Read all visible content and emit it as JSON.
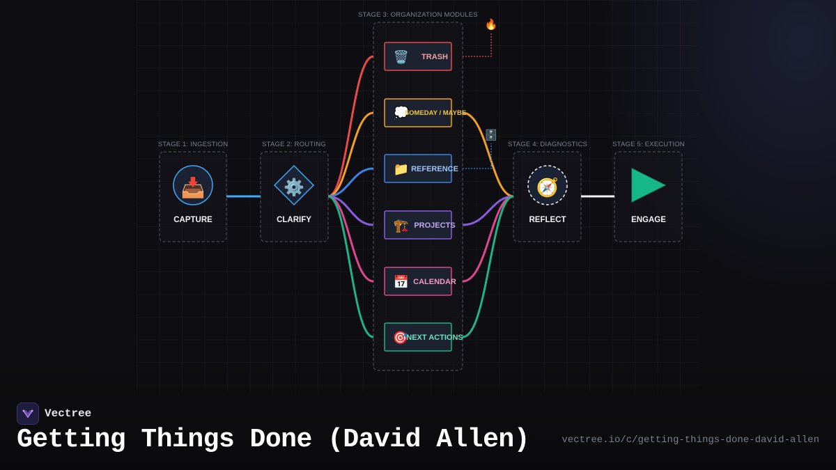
{
  "stages": {
    "s1": "STAGE 1: INGESTION",
    "s2": "STAGE 2: ROUTING",
    "s3": "STAGE 3: ORGANIZATION MODULES",
    "s4": "STAGE 4: DIAGNOSTICS",
    "s5": "STAGE 5: EXECUTION"
  },
  "nodes": {
    "capture": "CAPTURE",
    "clarify": "CLARIFY",
    "reflect": "REFLECT",
    "engage": "ENGAGE"
  },
  "modules": [
    {
      "label": "TRASH",
      "emoji": "🗑️",
      "color": "#e84a4a",
      "text_color": "#f0a0a0"
    },
    {
      "label": "SOMEDAY / MAYBE",
      "emoji": "💭",
      "color": "#f2a124",
      "text_color": "#f5c542"
    },
    {
      "label": "REFERENCE",
      "emoji": "📁",
      "color": "#3d83e6",
      "text_color": "#9cc3f5"
    },
    {
      "label": "PROJECTS",
      "emoji": "🏗️",
      "color": "#8a5ce0",
      "text_color": "#c6a8f2"
    },
    {
      "label": "CALENDAR",
      "emoji": "📅",
      "color": "#e0468e",
      "text_color": "#f29ac4"
    },
    {
      "label": "NEXT ACTIONS",
      "emoji": "🎯",
      "color": "#1fb386",
      "text_color": "#6fe0bd"
    }
  ],
  "side_icons": {
    "fire": "🔥",
    "cabinet": "🗄️"
  },
  "icons": {
    "capture": "📥",
    "clarify": "⚙️",
    "reflect": "🧭"
  },
  "colors": {
    "capture_link": "#3fa9f5",
    "engage_play": "#15b886"
  },
  "footer": {
    "brand": "Vectree",
    "title": "Getting Things Done (David Allen)",
    "url": "vectree.io/c/getting-things-done-david-allen"
  }
}
